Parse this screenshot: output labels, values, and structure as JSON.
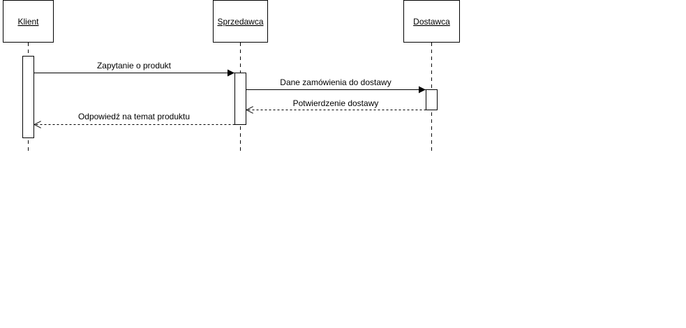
{
  "participants": [
    {
      "id": "klient",
      "label": "Klient"
    },
    {
      "id": "sprzedawca",
      "label": "Sprzedawca"
    },
    {
      "id": "dostawca",
      "label": "Dostawca"
    }
  ],
  "messages": [
    {
      "id": "msg-1",
      "label": "Zapytanie o produkt",
      "from": "klient",
      "to": "sprzedawca",
      "kind": "sync"
    },
    {
      "id": "msg-2",
      "label": "Dane zamówienia do dostawy",
      "from": "sprzedawca",
      "to": "dostawca",
      "kind": "sync"
    },
    {
      "id": "msg-3",
      "label": "Potwierdzenie dostawy",
      "from": "dostawca",
      "to": "sprzedawca",
      "kind": "return"
    },
    {
      "id": "msg-4",
      "label": "Odpowiedź na temat produktu",
      "from": "sprzedawca",
      "to": "klient",
      "kind": "return"
    }
  ],
  "colors": {
    "line": "#000000",
    "box_fill": "#ffffff"
  }
}
